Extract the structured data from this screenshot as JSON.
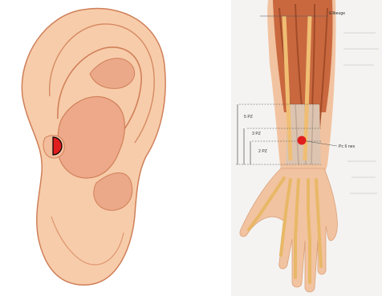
{
  "labels": {
    "elbow": "Ellbeuge",
    "five_pz": "5 PZ",
    "three_pz": "3 PZ",
    "two_pz": "2 PZ",
    "point": "Pc 6 nex"
  },
  "colors": {
    "skin": "#f6c9a6",
    "skin_shadow": "#e7a37c",
    "ear_outline": "#cf7f58",
    "acupoint": "#e01e1e",
    "muscle": "#cc6a3e",
    "bone": "#f2c37a"
  }
}
